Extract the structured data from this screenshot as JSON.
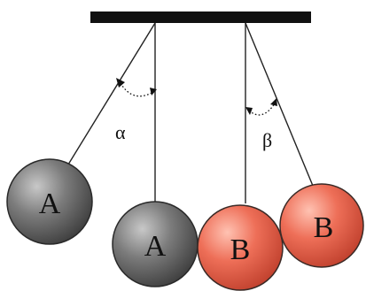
{
  "balls": [
    {
      "id": "A-displaced",
      "label": "A",
      "color": "#6e6e6e"
    },
    {
      "id": "A-rest",
      "label": "A",
      "color": "#6e6e6e"
    },
    {
      "id": "B-rest",
      "label": "B",
      "color": "#e96a55"
    },
    {
      "id": "B-displaced",
      "label": "B",
      "color": "#e96a55"
    }
  ],
  "angles": {
    "left": "α",
    "right": "β"
  },
  "colors": {
    "support": "#111111",
    "string": "#222222",
    "ball_a": "#6e6e6e",
    "ball_b": "#e96a55"
  }
}
